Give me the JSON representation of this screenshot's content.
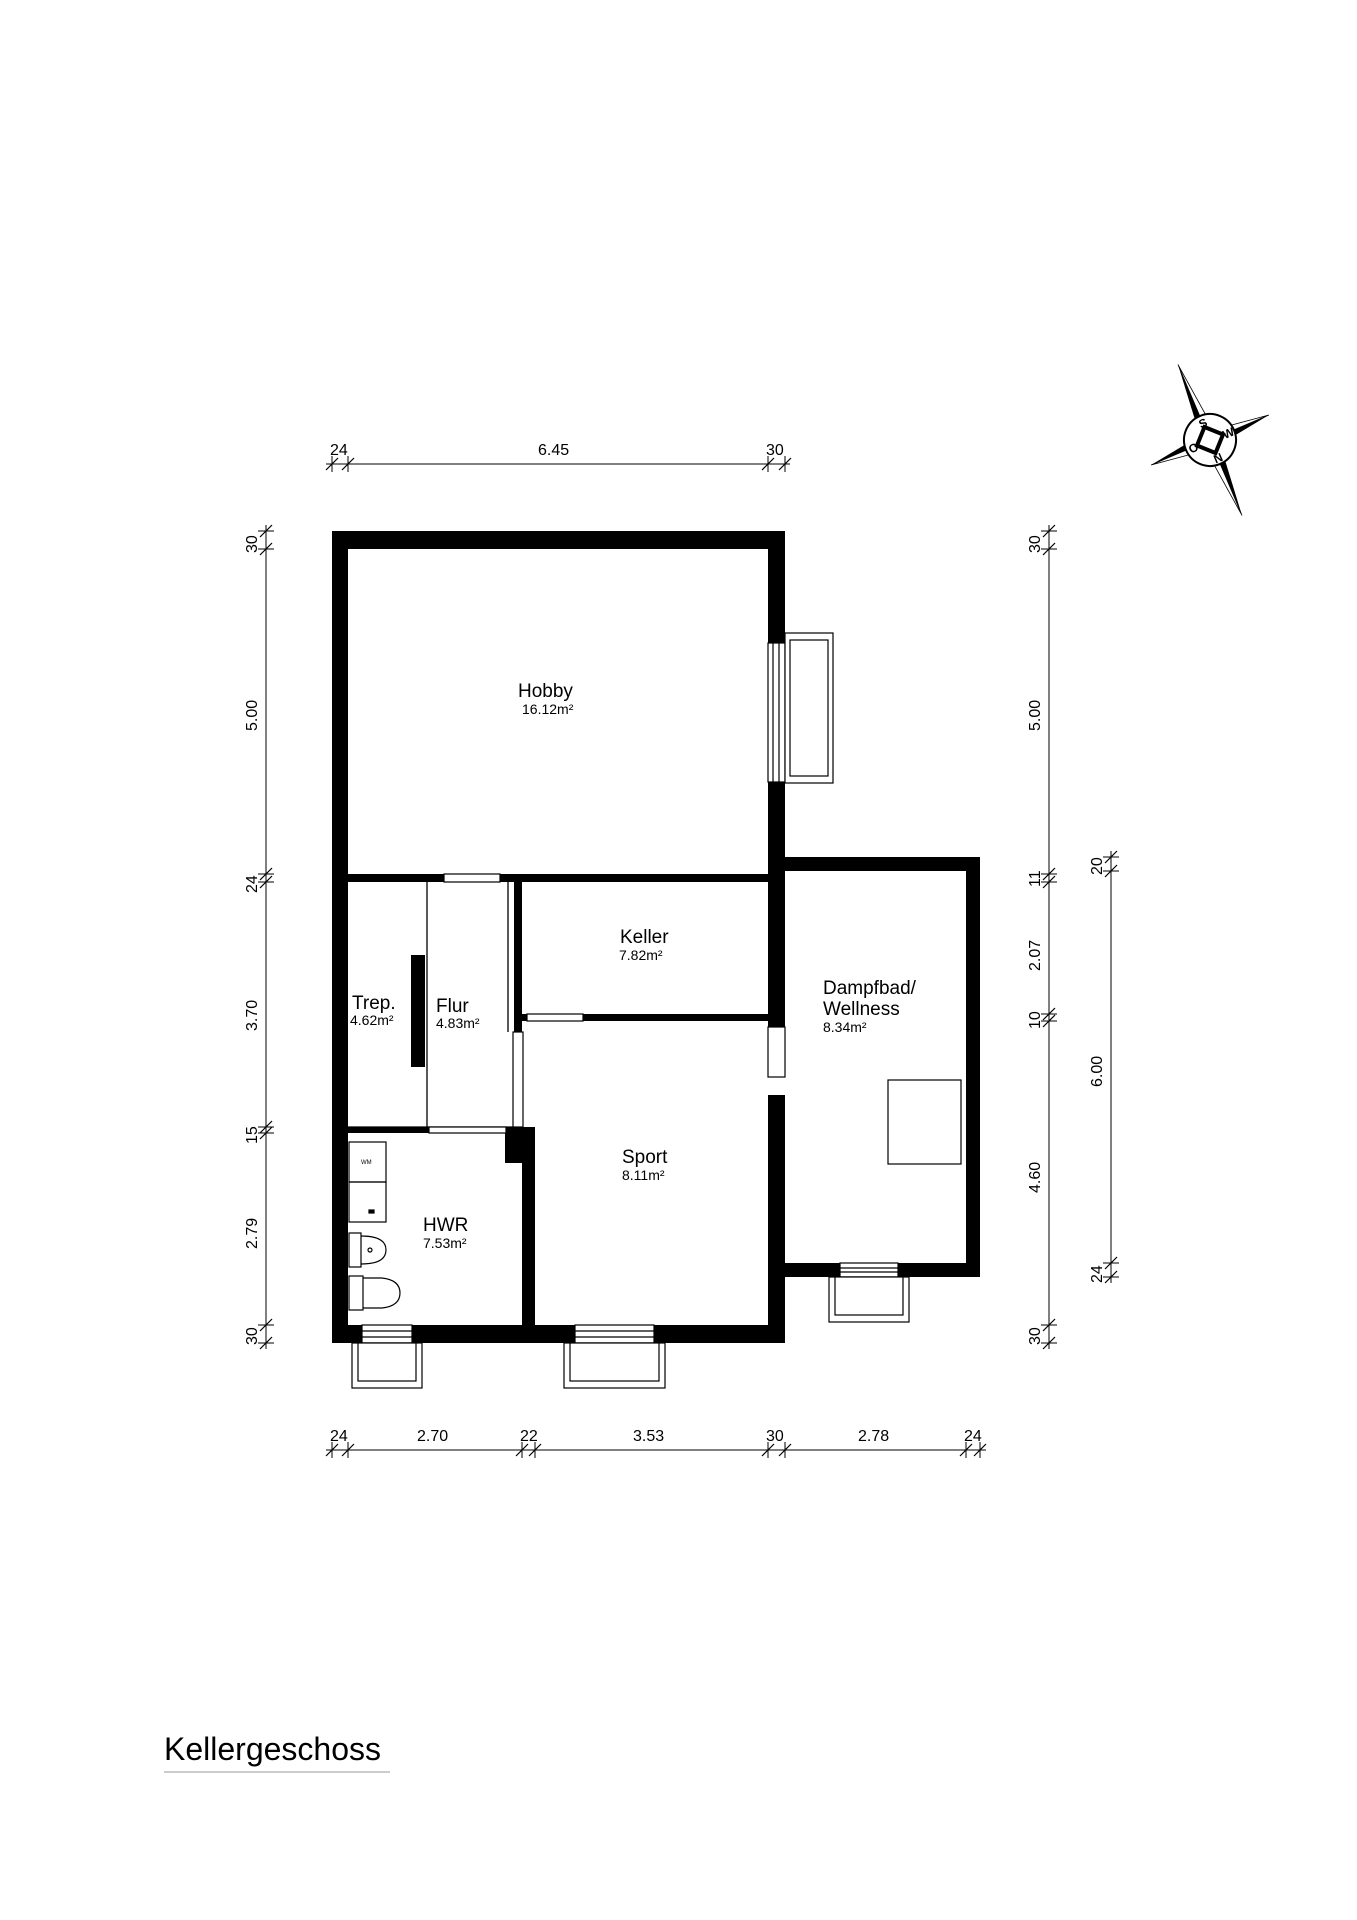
{
  "title": "Kellergeschoss",
  "rooms": {
    "hobby": {
      "name": "Hobby",
      "area": "16.12m²"
    },
    "keller": {
      "name": "Keller",
      "area": "7.82m²"
    },
    "dampfbad": {
      "name_line1": "Dampfbad/",
      "name_line2": "Wellness",
      "area": "8.34m²"
    },
    "trep": {
      "name": "Trep.",
      "area": "4.62m²"
    },
    "flur": {
      "name": "Flur",
      "area": "4.83m²"
    },
    "sport": {
      "name": "Sport",
      "area": "8.11m²"
    },
    "hwr": {
      "name": "HWR",
      "area": "7.53m²"
    }
  },
  "fixtures": {
    "washer": "WM"
  },
  "dimensions": {
    "top": [
      "24",
      "6.45",
      "30"
    ],
    "bottom": [
      "24",
      "2.70",
      "22",
      "3.53",
      "30",
      "2.78",
      "24"
    ],
    "left": [
      "30",
      "5.00",
      "24",
      "3.70",
      "15",
      "2.79",
      "30"
    ],
    "right_inner": [
      "30",
      "5.00",
      "11",
      "2.07",
      "10",
      "4.60",
      "30"
    ],
    "right_outer": [
      "20",
      "6.00",
      "24"
    ]
  },
  "compass": {
    "labels": [
      "S",
      "W",
      "N",
      "O"
    ]
  }
}
